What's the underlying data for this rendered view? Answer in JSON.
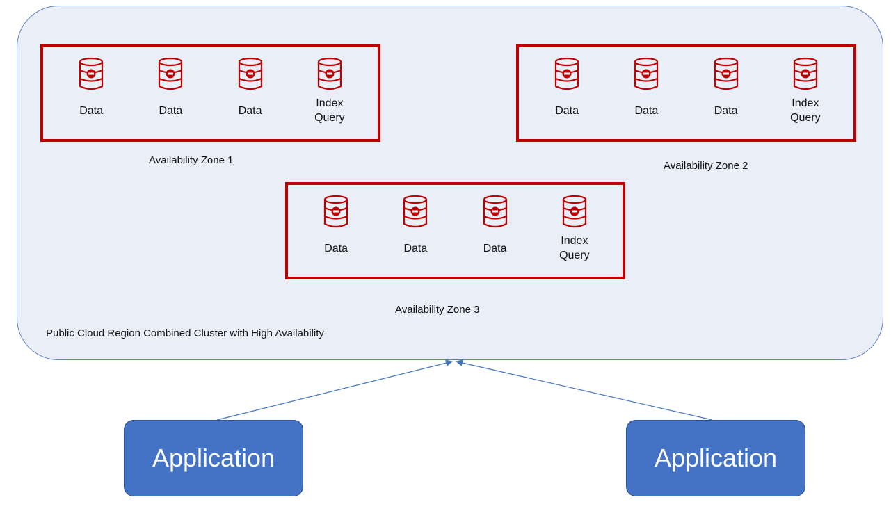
{
  "region": {
    "label": "Public Cloud Region Combined Cluster with High Availability"
  },
  "zones": [
    {
      "label": "Availability Zone 1",
      "nodes": [
        "Data",
        "Data",
        "Data",
        "Index\nQuery"
      ]
    },
    {
      "label": "Availability Zone 2",
      "nodes": [
        "Data",
        "Data",
        "Data",
        "Index\nQuery"
      ]
    },
    {
      "label": "Availability Zone 3",
      "nodes": [
        "Data",
        "Data",
        "Data",
        "Index\nQuery"
      ]
    }
  ],
  "applications": [
    {
      "label": "Application"
    },
    {
      "label": "Application"
    }
  ],
  "colors": {
    "zone_border": "#c00000",
    "region_fill": "#e9eef7",
    "region_border": "#5b7fc2",
    "app_fill": "#4472c4",
    "arrow": "#4472c4"
  },
  "icons": {
    "node": "database-icon"
  }
}
